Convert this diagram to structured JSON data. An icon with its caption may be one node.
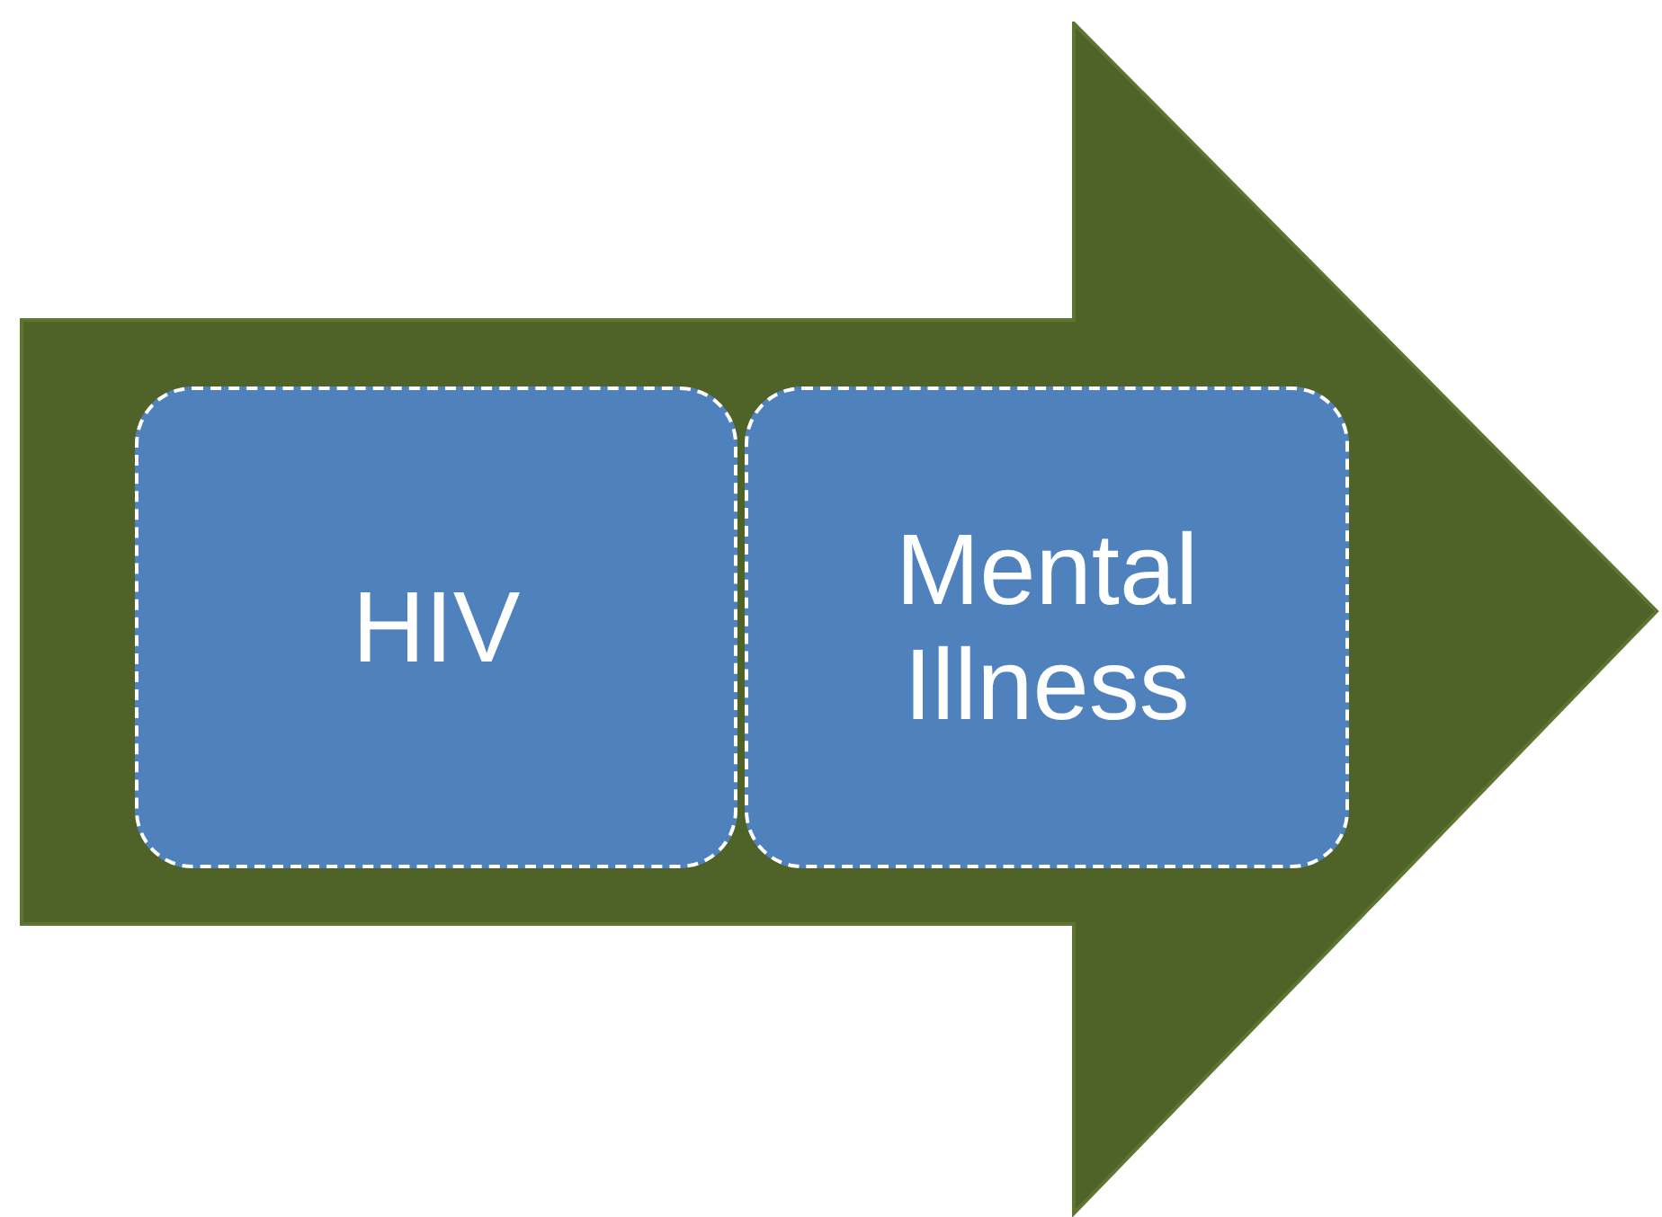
{
  "diagram": {
    "nodes": [
      {
        "text": [],
        "shape": "arrow"
      },
      {
        "text": [
          "HIV"
        ],
        "in": 0
      },
      {
        "text": [
          "Mental Illness"
        ],
        "in": 0
      }
    ]
  }
}
